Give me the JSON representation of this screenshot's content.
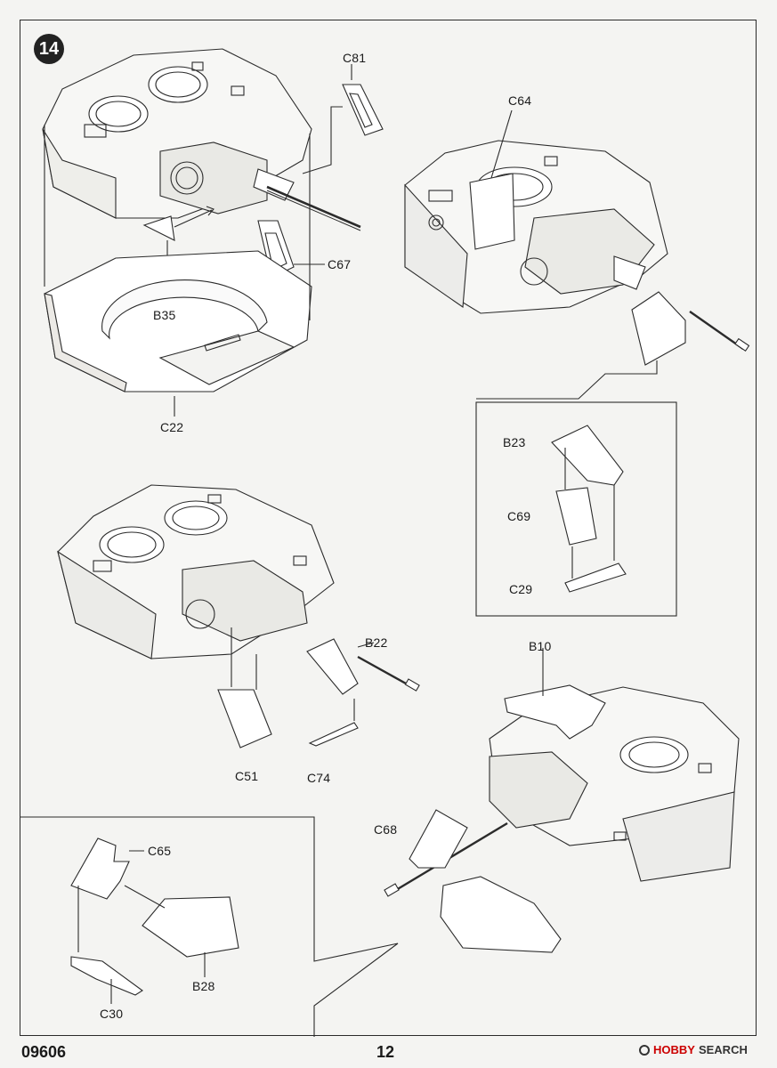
{
  "step": "14",
  "labels": {
    "C81": "C81",
    "C64": "C64",
    "C67": "C67",
    "B35": "B35",
    "C22": "C22",
    "B23": "B23",
    "C69": "C69",
    "C29": "C29",
    "B22": "B22",
    "C51": "C51",
    "C74": "C74",
    "B10": "B10",
    "C68": "C68",
    "C65": "C65",
    "B28": "B28",
    "C30": "C30"
  },
  "footer": {
    "code": "09606",
    "page": "12"
  },
  "watermark": {
    "brand": "HOBBY",
    "suffix": "SEARCH"
  }
}
